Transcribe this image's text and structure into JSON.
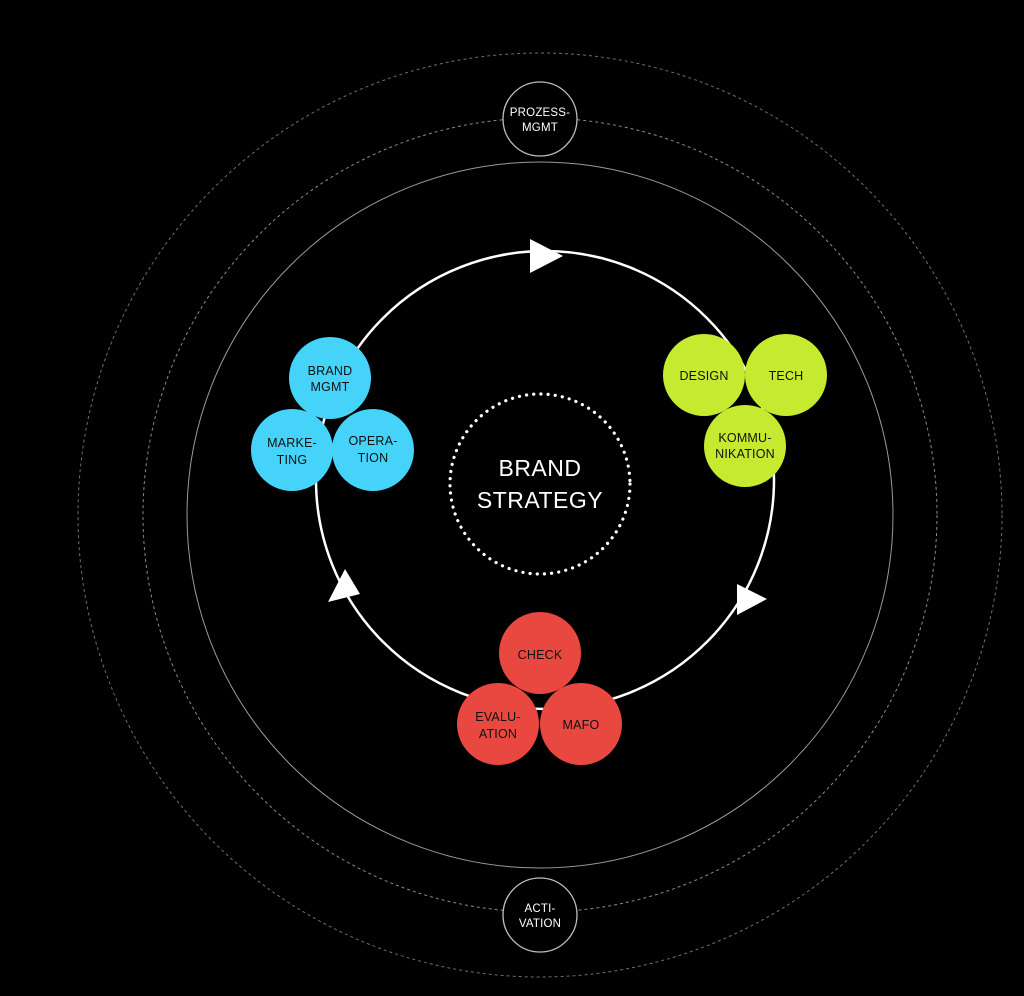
{
  "colors": {
    "background": "#000000",
    "blue": "#45d3f9",
    "lime": "#c6ea2f",
    "red": "#e8483f",
    "ring": "#ffffff",
    "guide": "#8a8a8a"
  },
  "center": {
    "line1": "BRAND",
    "line2": "STRATEGY"
  },
  "outer_nodes": {
    "top": {
      "line1": "PROZESS-",
      "line2": "MGMT"
    },
    "bottom": {
      "line1": "ACTI-",
      "line2": "VATION"
    }
  },
  "clusters": {
    "blue": {
      "brand_mgmt": {
        "line1": "BRAND",
        "line2": "MGMT"
      },
      "marketing": {
        "line1": "MARKE-",
        "line2": "TING"
      },
      "operation": {
        "line1": "OPERA-",
        "line2": "TION"
      }
    },
    "lime": {
      "design": {
        "line1": "DESIGN"
      },
      "tech": {
        "line1": "TECH"
      },
      "kommunikation": {
        "line1": "KOMMU-",
        "line2": "NIKATION"
      }
    },
    "red": {
      "check": {
        "line1": "CHECK"
      },
      "evaluation": {
        "line1": "EVALU-",
        "line2": "ATION"
      },
      "mafo": {
        "line1": "MAFO"
      }
    }
  }
}
